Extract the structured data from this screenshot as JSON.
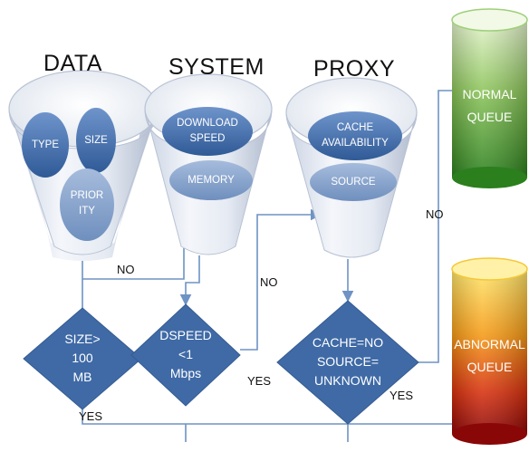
{
  "groups": {
    "data": {
      "title": "DATA",
      "attributes": {
        "type": "TYPE",
        "size": "SIZE",
        "priority": [
          "PRIOR",
          "ITY"
        ]
      }
    },
    "system": {
      "title": "SYSTEM",
      "attributes": {
        "download_speed": [
          "DOWNLOAD",
          "SPEED"
        ],
        "memory": "MEMORY"
      }
    },
    "proxy": {
      "title": "PROXY",
      "attributes": {
        "cache_availability": [
          "CACHE",
          "AVAILABILITY"
        ],
        "source": "SOURCE"
      }
    }
  },
  "decisions": {
    "size": [
      "SIZE>",
      "100",
      "MB"
    ],
    "dspeed": [
      "DSPEED",
      "<1",
      "Mbps"
    ],
    "cache": [
      "CACHE=NO",
      "SOURCE=",
      "UNKNOWN"
    ]
  },
  "queues": {
    "normal": [
      "NORMAL",
      "QUEUE"
    ],
    "abnormal": [
      "ABNORMAL",
      "QUEUE"
    ]
  },
  "edge_labels": {
    "size_no": "NO",
    "size_yes": "YES",
    "dspeed_no": "NO",
    "dspeed_yes": "YES",
    "cache_no": "NO",
    "cache_yes": "YES"
  },
  "colors": {
    "connector": "#6e93c4",
    "ellipse": "#4c74ad",
    "ellipse_faded": "#8aa6cc",
    "diamond": "#3f6aa6",
    "normal_queue_top": "#dff0c4",
    "normal_queue_bottom": "#2e8b1e",
    "abnormal_queue_top": "#ffe36a",
    "abnormal_queue_bottom": "#8e0a0a"
  }
}
